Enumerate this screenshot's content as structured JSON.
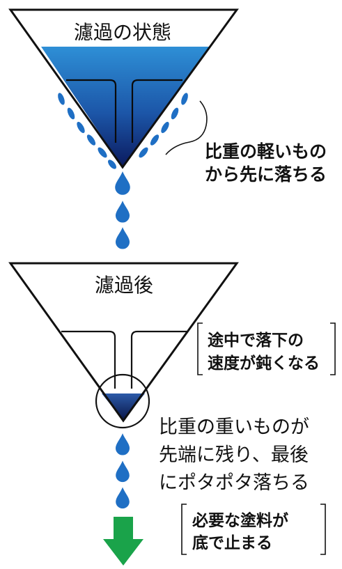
{
  "top": {
    "title": "濾過の状態",
    "note_line1": "比重の軽いもの",
    "note_line2": "から先に落ちる"
  },
  "bottom": {
    "title": "濾過後",
    "bracket_line1": "途中で落下の",
    "bracket_line2": "速度が鈍くなる",
    "note_line1": "比重の重いものが",
    "note_line2": "先端に残り、最後",
    "note_line3": "にポタポタ落ちる",
    "bracket2_line1": "必要な塗料が",
    "bracket2_line2": "底で止まる"
  },
  "colors": {
    "liquid_top": "#2e8fd6",
    "liquid_bottom": "#0b1a5e",
    "drop": "#1f6fc4",
    "arrow": "#1aa34a",
    "outline": "#111111"
  },
  "icons": {
    "droplet": "droplet-icon",
    "down_arrow": "down-arrow-icon"
  }
}
